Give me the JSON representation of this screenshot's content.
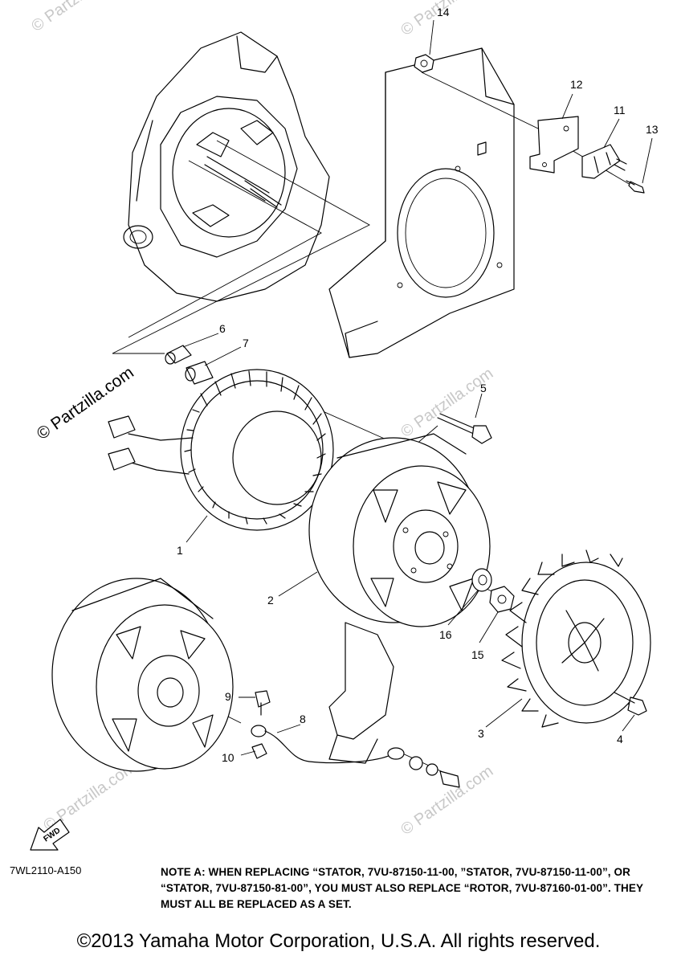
{
  "diagram_code": "7WL2110-A150",
  "note": "NOTE A: WHEN REPLACING “STATOR, 7VU-87150-11-00, ”STATOR, 7VU-87150-11-00”, OR “STATOR, 7VU-87150-81-00”, YOU MUST ALSO REPLACE “ROTOR, 7VU-87160-01-00”. THEY MUST ALL BE REPLACED AS A SET.",
  "copyright": "©2013 Yamaha Motor Corporation, U.S.A. All rights reserved.",
  "watermark": "© Partzilla.com",
  "fwd_label": "FWD",
  "callouts": [
    "1",
    "2",
    "3",
    "4",
    "5",
    "6",
    "7",
    "8",
    "9",
    "10",
    "11",
    "12",
    "13",
    "14",
    "15",
    "16"
  ]
}
